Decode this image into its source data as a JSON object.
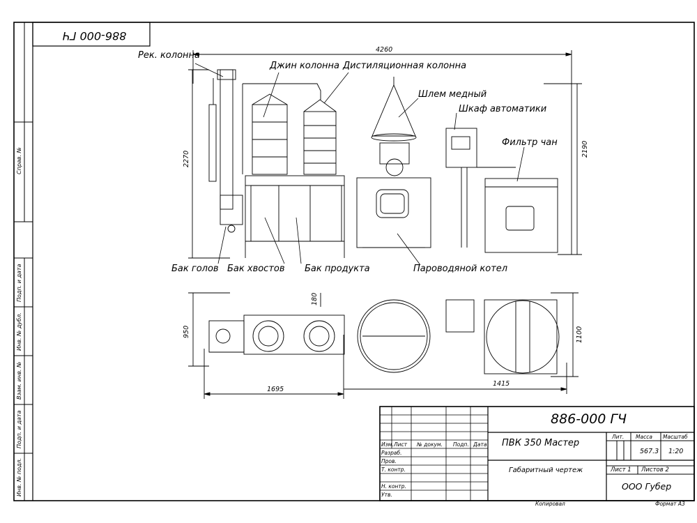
{
  "stamp_code": "886-000 ГЧ",
  "labels": {
    "rek_kolonna": "Рек. колонна",
    "dzhin_kolonna": "Джин колонна",
    "dist_kolonna": "Дистиляционная колонна",
    "shlem": "Шлем медный",
    "shkaf": "Шкаф автоматики",
    "filtr": "Фильтр чан",
    "bak_golov": "Бак голов",
    "bak_hvostov": "Бак хвостов",
    "bak_produkta": "Бак продукта",
    "kotel": "Пароводяной котел"
  },
  "dimensions": {
    "total_length": "4260",
    "column_height": "2270",
    "overall_height": "2190",
    "plan_depth_left": "950",
    "plan_offset": "180",
    "plan_depth_right": "1100",
    "plan_len_left": "1695",
    "plan_len_right": "1415"
  },
  "side_stamps": [
    "Справ. №",
    "Подп. и дата",
    "Инв. № дубл.",
    "Взам. инв. №",
    "Подп. и дата",
    "Инв. № подл."
  ],
  "title_block": {
    "code": "886-000 ГЧ",
    "product": "ПВК 350 Мастер",
    "doc_type": "Габаритный чертеж",
    "company": "ООО Губер",
    "col_headers": [
      "Изм.",
      "Лист",
      "№ докум.",
      "Подп.",
      "Дата"
    ],
    "rows": [
      "Разраб.",
      "Пров.",
      "Т. контр.",
      "Н. контр.",
      "Утв."
    ],
    "lit": "Лит.",
    "massa": "Масса",
    "masshtab": "Масштаб",
    "mass_value": "567.3",
    "scale_value": "1:20",
    "sheet": "Лист 1",
    "sheets": "Листов 2",
    "copied": "Копировал",
    "format": "Формат А3"
  }
}
